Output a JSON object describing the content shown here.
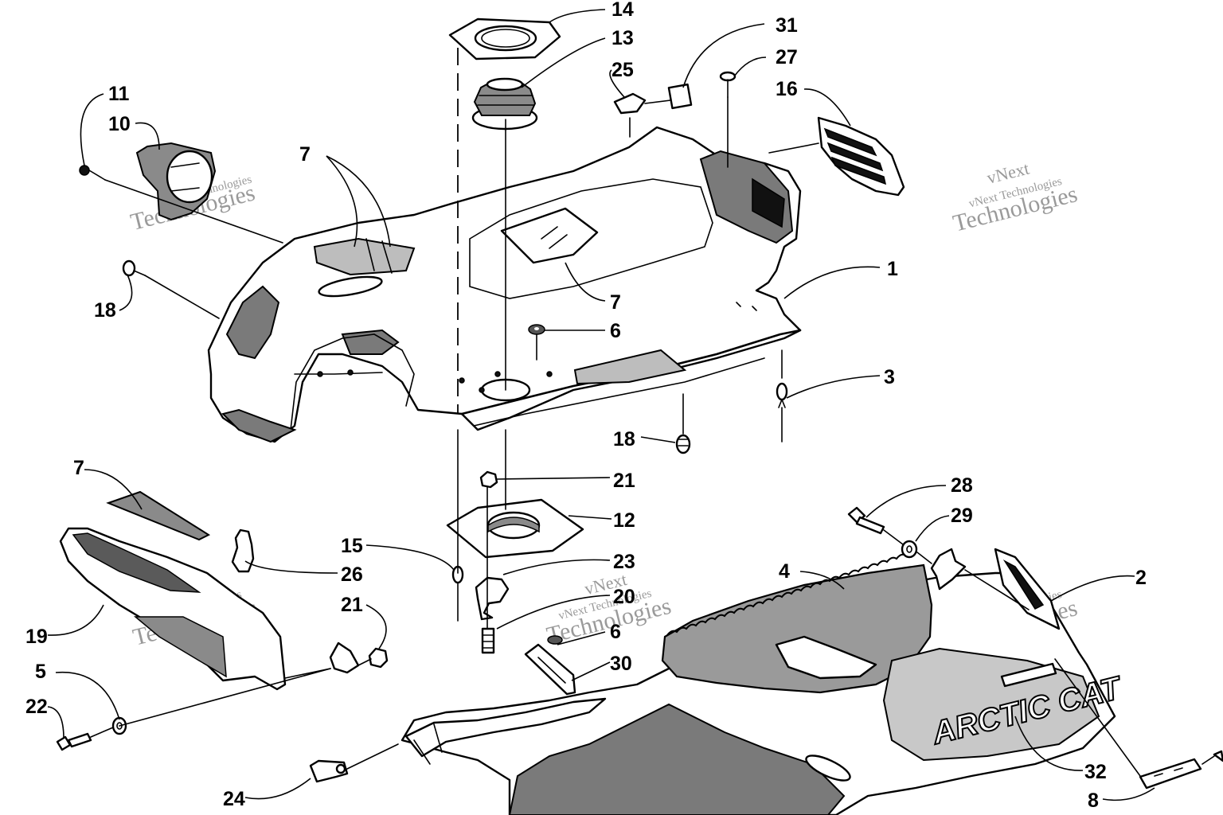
{
  "diagram": {
    "brand_text": "ARCTIC CAT",
    "watermark": {
      "line1": "vNext",
      "line2": "Technologies",
      "small": "vNext Technologies"
    },
    "callouts": [
      {
        "id": "c14",
        "label": "14"
      },
      {
        "id": "c13",
        "label": "13"
      },
      {
        "id": "c25",
        "label": "25"
      },
      {
        "id": "c31",
        "label": "31"
      },
      {
        "id": "c27",
        "label": "27"
      },
      {
        "id": "c16",
        "label": "16"
      },
      {
        "id": "c11",
        "label": "11"
      },
      {
        "id": "c10",
        "label": "10"
      },
      {
        "id": "c7a",
        "label": "7"
      },
      {
        "id": "c1",
        "label": "1"
      },
      {
        "id": "c18a",
        "label": "18"
      },
      {
        "id": "c7b",
        "label": "7"
      },
      {
        "id": "c6a",
        "label": "6"
      },
      {
        "id": "c3",
        "label": "3"
      },
      {
        "id": "c18b",
        "label": "18"
      },
      {
        "id": "c7c",
        "label": "7"
      },
      {
        "id": "c21a",
        "label": "21"
      },
      {
        "id": "c12",
        "label": "12"
      },
      {
        "id": "c28",
        "label": "28"
      },
      {
        "id": "c29",
        "label": "29"
      },
      {
        "id": "c15",
        "label": "15"
      },
      {
        "id": "c26",
        "label": "26"
      },
      {
        "id": "c23",
        "label": "23"
      },
      {
        "id": "c4",
        "label": "4"
      },
      {
        "id": "c2",
        "label": "2"
      },
      {
        "id": "c21b",
        "label": "21"
      },
      {
        "id": "c20",
        "label": "20"
      },
      {
        "id": "c19",
        "label": "19"
      },
      {
        "id": "c6b",
        "label": "6"
      },
      {
        "id": "c30",
        "label": "30"
      },
      {
        "id": "c5",
        "label": "5"
      },
      {
        "id": "c22",
        "label": "22"
      },
      {
        "id": "c32",
        "label": "32"
      },
      {
        "id": "c8",
        "label": "8"
      },
      {
        "id": "c24",
        "label": "24"
      }
    ]
  }
}
